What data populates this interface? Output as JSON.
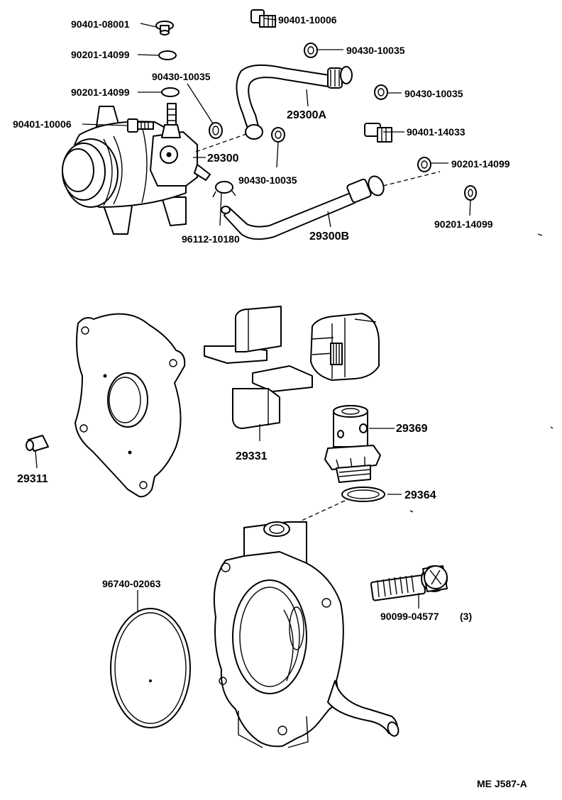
{
  "labels": {
    "p1": "90401-08001",
    "p2": "90201-14099",
    "p3": "90201-14099",
    "p4": "90401-10006",
    "p5": "90430-10035",
    "p6": "90401-10006",
    "p7": "90430-10035",
    "p8": "29300A",
    "p9": "90430-10035",
    "p10": "90401-14033",
    "p11": "29300",
    "p12": "90430-10035",
    "p13": "90201-14099",
    "p14": "96112-10180",
    "p15": "29300B",
    "p16": "90201-14099",
    "p17": "29369",
    "p18": "29331",
    "p19": "29311",
    "p20": "29364",
    "p21": "96740-02063",
    "p22": "90099-04577",
    "p22qty": "(3)",
    "ref": "ME J587-A"
  }
}
